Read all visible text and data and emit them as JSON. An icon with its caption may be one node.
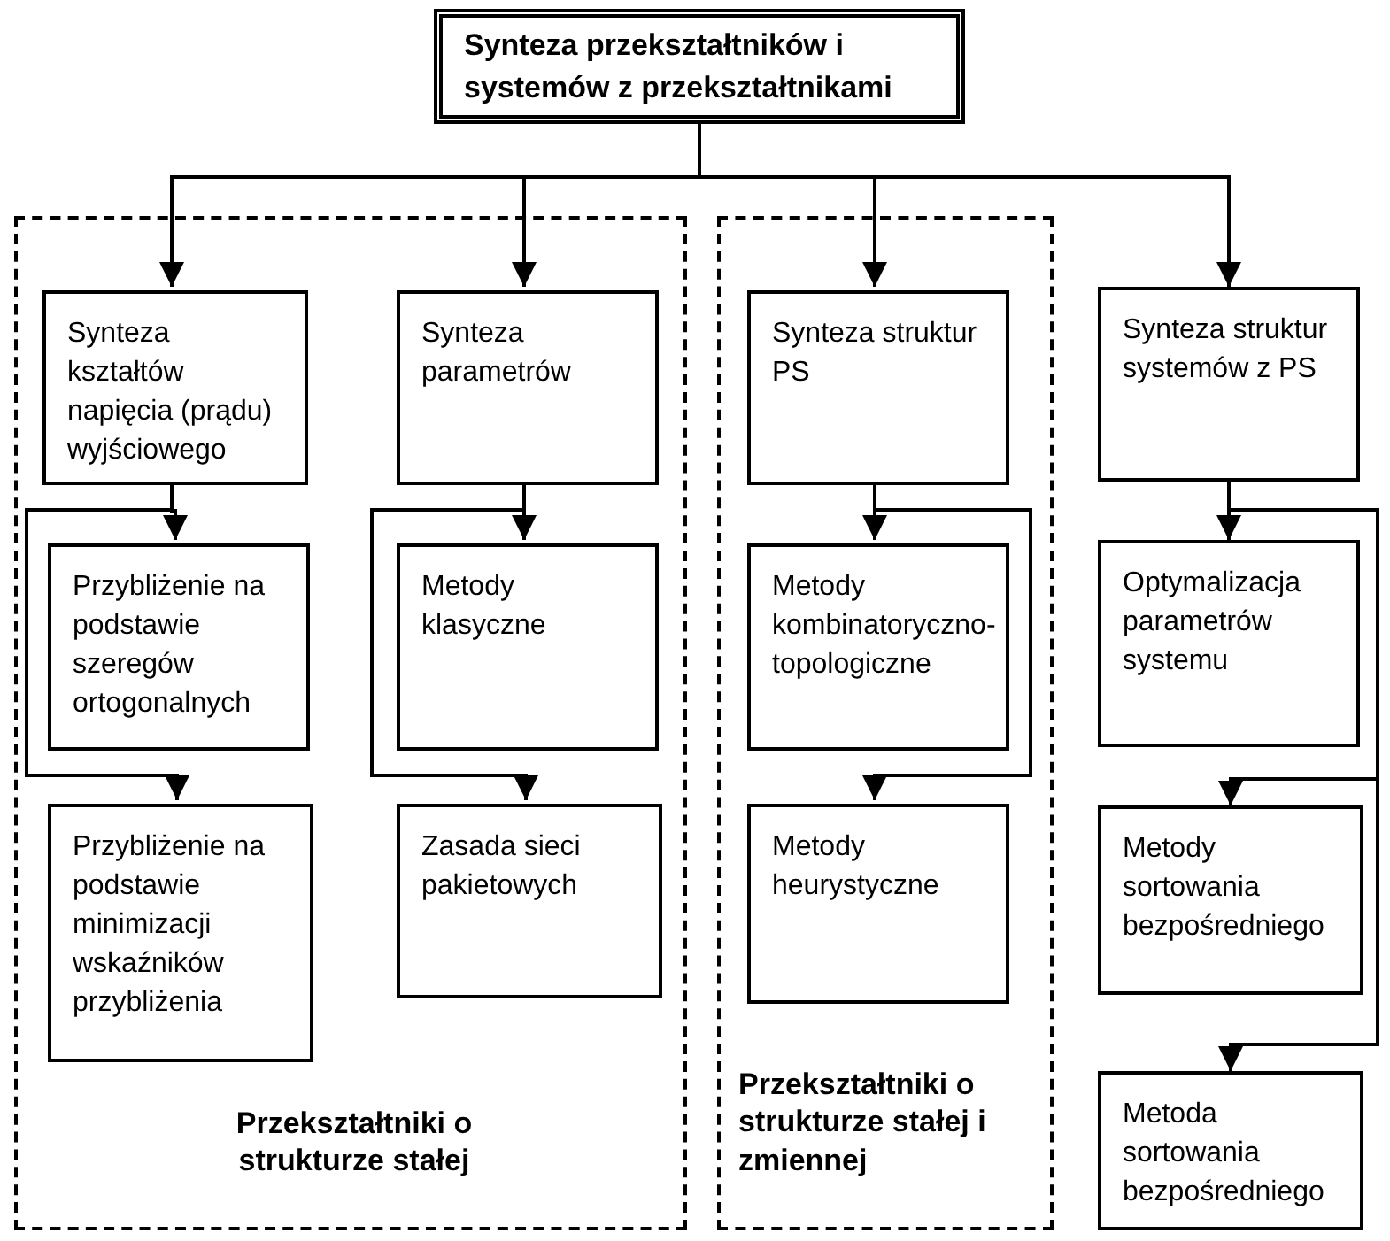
{
  "diagram": {
    "nodes": [
      {
        "text": [
          "Synteza przekształtników i systemów z przekształtnikami"
        ]
      },
      {
        "text": [
          "Przekształtniki o strukturze stałej"
        ]
      },
      {
        "text": [
          "Synteza kształtów napięcia (prądu) wyjściowego"
        ],
        "in": 1
      },
      {
        "text": [
          "Przybliżenie na podstawie szeregów ortogonalnych"
        ],
        "in": 1
      },
      {
        "text": [
          "Przybliżenie na podstawie minimizacji wskaźników przybliżenia"
        ],
        "in": 1
      },
      {
        "text": [
          "Synteza parametrów"
        ],
        "in": 1
      },
      {
        "text": [
          "Metody klasyczne"
        ],
        "in": 1
      },
      {
        "text": [
          "Zasada sieci pakietowych"
        ],
        "in": 1
      },
      {
        "text": [
          "Przekształtniki o strukturze stałej i zmiennej"
        ]
      },
      {
        "text": [
          "Synteza struktur PS"
        ],
        "in": 8
      },
      {
        "text": [
          "Metody kombinatoryczno-topologiczne"
        ],
        "in": 8
      },
      {
        "text": [
          "Metody heurystyczne"
        ],
        "in": 8
      },
      {
        "text": [
          "Synteza struktur systemów z PS"
        ]
      },
      {
        "text": [
          "Optymalizacja parametrów systemu"
        ]
      },
      {
        "text": [
          "Metody sortowania bezpośredniego"
        ]
      },
      {
        "text": [
          "Metoda sortowania bezpośredniego"
        ]
      }
    ],
    "edges": [
      {
        "from": 0,
        "to": 2,
        "arrow": "to"
      },
      {
        "from": 0,
        "to": 5,
        "arrow": "to"
      },
      {
        "from": 0,
        "to": 9,
        "arrow": "to"
      },
      {
        "from": 0,
        "to": 12,
        "arrow": "to"
      },
      {
        "from": 2,
        "to": 3,
        "arrow": "to"
      },
      {
        "from": 2,
        "to": 4,
        "arrow": "to"
      },
      {
        "from": 5,
        "to": 6,
        "arrow": "to"
      },
      {
        "from": 5,
        "to": 7,
        "arrow": "to"
      },
      {
        "from": 9,
        "to": 10,
        "arrow": "to"
      },
      {
        "from": 9,
        "to": 11,
        "arrow": "to"
      },
      {
        "from": 12,
        "to": 13,
        "arrow": "to"
      },
      {
        "from": 12,
        "to": 14,
        "arrow": "to"
      },
      {
        "from": 12,
        "to": 15,
        "arrow": "to"
      }
    ]
  }
}
